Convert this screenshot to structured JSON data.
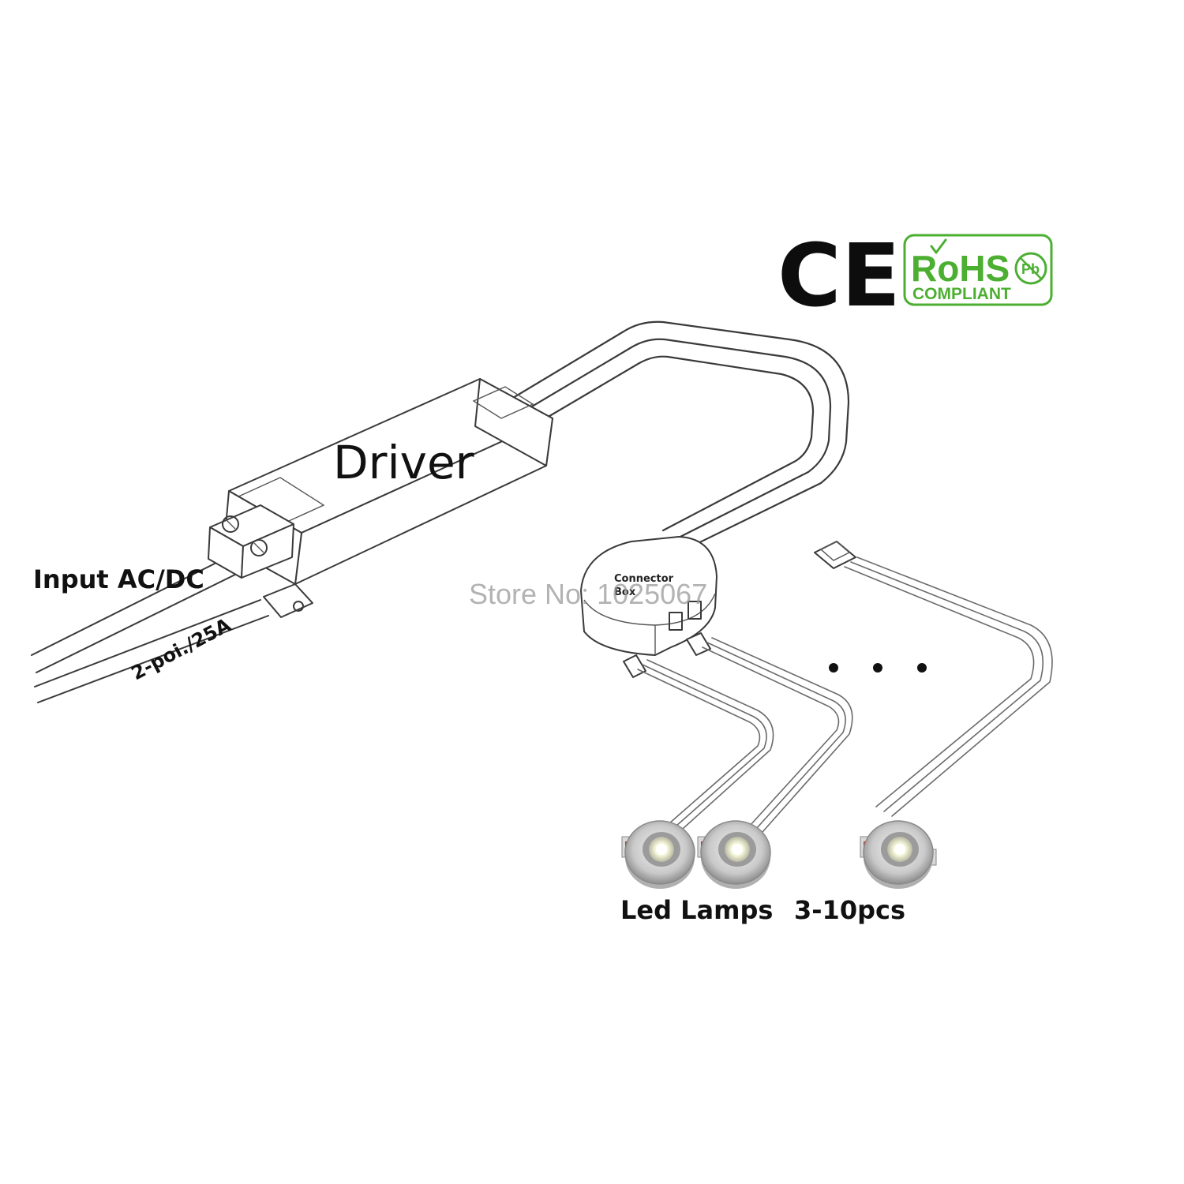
{
  "labels": {
    "driver": "Driver",
    "input": "Input AC/DC",
    "cable_spec": "2-poi./25A",
    "connector_box_line1": "Connector",
    "connector_box_line2": "Box",
    "lamps": "Led Lamps",
    "quantity": "3-10pcs"
  },
  "watermark": "Store No: 1025067",
  "certifications": {
    "ce": "CE",
    "rohs": "RoHS",
    "rohs_sub": "COMPLIANT",
    "pb": "Pb"
  },
  "colors": {
    "line": "#3a3a3a",
    "rohs_green": "#4caf32",
    "lamp_silver": "#c9c9c9"
  }
}
